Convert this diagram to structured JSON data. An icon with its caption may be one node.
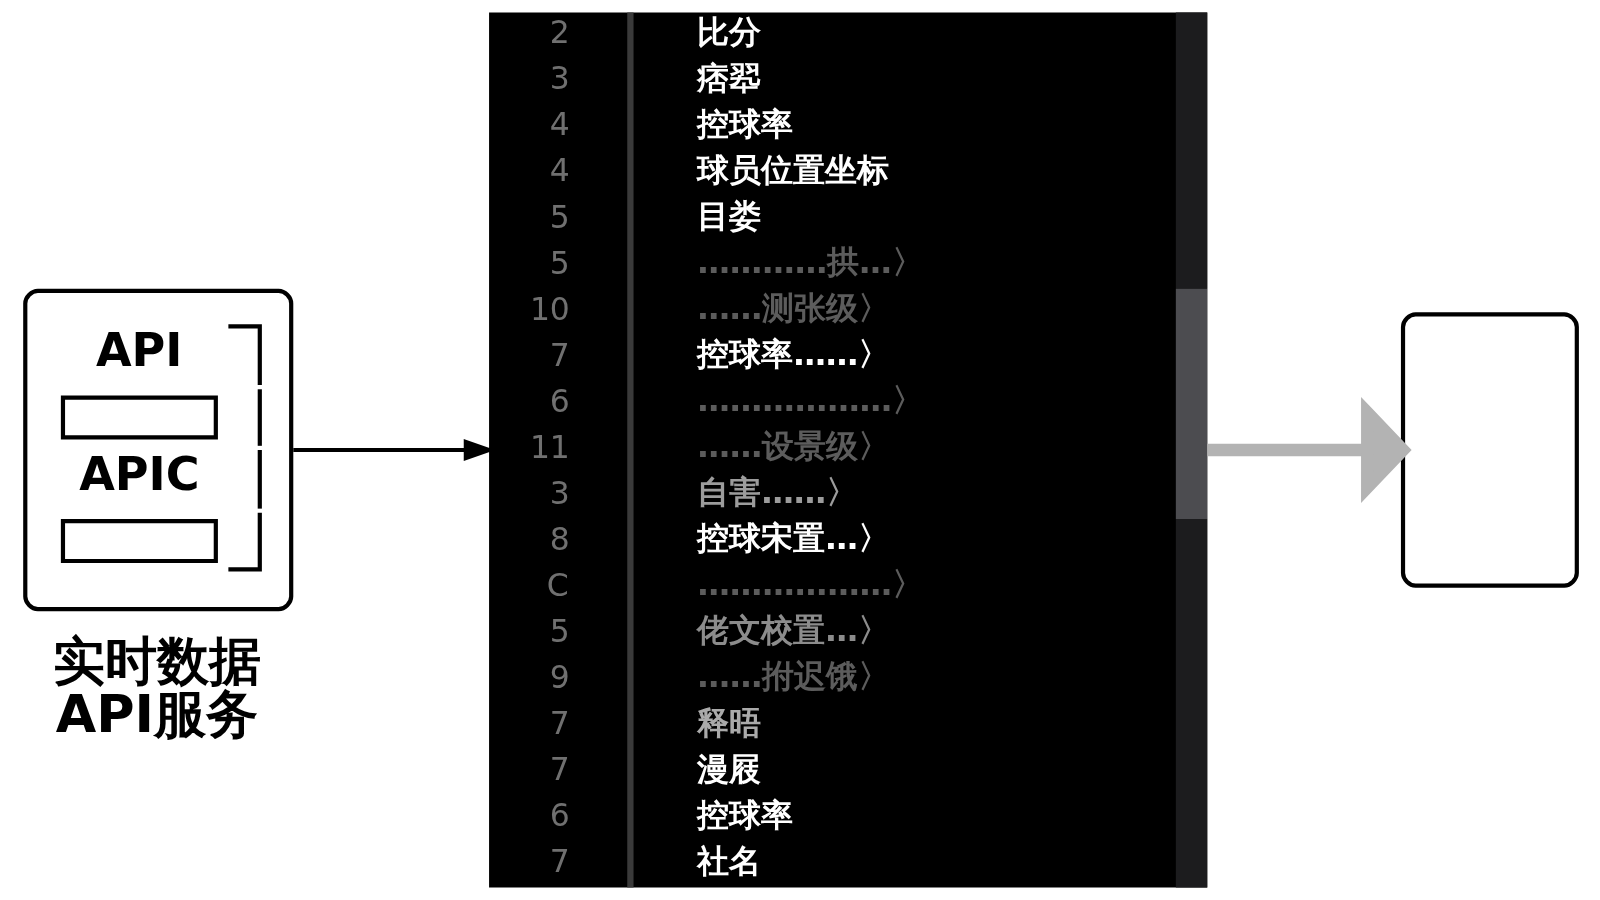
{
  "diagram": {
    "nodes": [
      {
        "text": [
          "API",
          "APIC"
        ],
        "beside": [
          "实时数据API服务"
        ]
      },
      {
        "text": [
          "2",
          "比分",
          "3",
          "痞翆",
          "4",
          "控球率",
          "4",
          "球员位置坐标",
          "5",
          "目娄",
          "5",
          "…………拱…〉",
          "10",
          "……测张级〉",
          "7",
          "控球率……〉",
          "6",
          "………………〉",
          "11",
          "……设景级〉",
          "3",
          "自害……〉",
          "8",
          "控球宋置…〉",
          "C",
          "………………〉",
          "5",
          "佬文校置…〉",
          "9",
          "……拊迟饿〉",
          "7",
          "释晤",
          "7",
          "漫屐",
          "6",
          "控球率",
          "7",
          "社名"
        ]
      },
      {
        "text": [],
        "shape": "box"
      }
    ],
    "edges": [
      {
        "from": 0,
        "to": 1,
        "arrow": "to"
      },
      {
        "from": 1,
        "to": 2,
        "arrow": "to",
        "style": "thick",
        "color": "#b3b3b3"
      }
    ]
  }
}
